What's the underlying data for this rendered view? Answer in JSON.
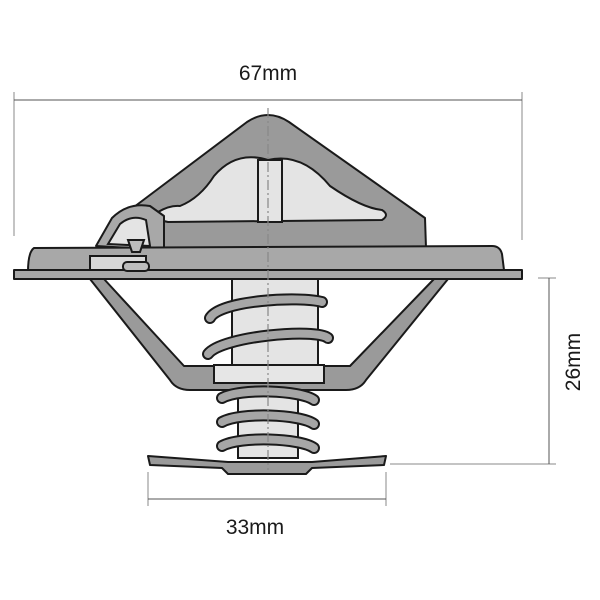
{
  "dimensions": {
    "overall_width": "67mm",
    "height": "26mm",
    "valve_diameter": "33mm"
  }
}
